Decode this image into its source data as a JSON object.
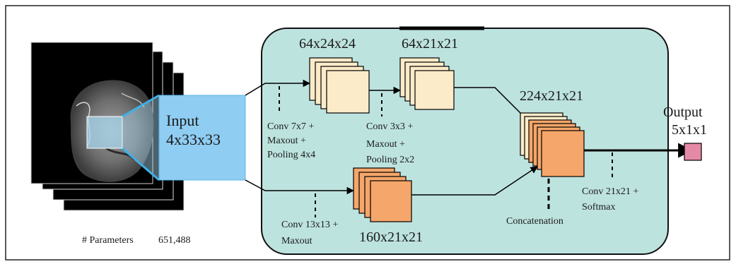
{
  "diagram": {
    "input_label": "Input",
    "input_dims": "4x33x33",
    "parameters_label": "# Parameters",
    "parameters_value": "651,488",
    "output_label": "Output",
    "output_dims": "5x1x1",
    "dims_top1": "64x24x24",
    "dims_top2": "64x21x21",
    "dims_concat": "224x21x21",
    "dims_bottom": "160x21x21",
    "op_conv7": [
      "Conv 7x7 +",
      "Maxout +",
      "Pooling 4x4"
    ],
    "op_conv3": [
      "Conv 3x3 +",
      "Maxout +",
      "Pooling 2x2"
    ],
    "op_conv13": [
      "Conv 13x13 +",
      "Maxout"
    ],
    "op_concat": "Concatenation",
    "op_final": [
      "Conv 21x21 +",
      "Softmax"
    ]
  },
  "colors": {
    "panel_fill": "#bde3df",
    "input_block": "#8fcdf2",
    "light_map": "#fcebc9",
    "orange_map": "#f5a66a",
    "output_box": "#e58aa6"
  }
}
